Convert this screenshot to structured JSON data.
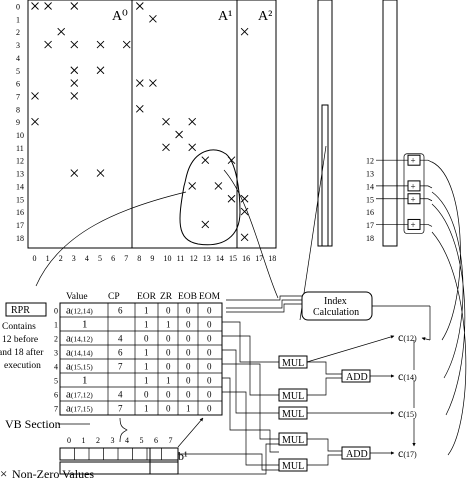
{
  "matrix": {
    "row_labels": [
      "0",
      "1",
      "2",
      "3",
      "4",
      "5",
      "6",
      "7",
      "8",
      "9",
      "10",
      "11",
      "12",
      "13",
      "14",
      "15",
      "16",
      "17",
      "18"
    ],
    "col_labels": [
      "0",
      "1",
      "2",
      "3",
      "4",
      "5",
      "6",
      "7",
      "8",
      "9",
      "10",
      "11",
      "12",
      "13",
      "14",
      "15",
      "16",
      "17",
      "18"
    ],
    "block_labels": [
      "A⁰",
      "A¹",
      "A²"
    ],
    "nonzero_entries": [
      [
        0,
        0
      ],
      [
        0,
        1
      ],
      [
        0,
        3
      ],
      [
        0,
        8
      ],
      [
        1,
        9
      ],
      [
        2,
        2
      ],
      [
        2,
        16
      ],
      [
        3,
        1
      ],
      [
        3,
        3
      ],
      [
        3,
        5
      ],
      [
        3,
        7
      ],
      [
        5,
        3
      ],
      [
        5,
        5
      ],
      [
        6,
        3
      ],
      [
        6,
        8
      ],
      [
        6,
        9
      ],
      [
        7,
        0
      ],
      [
        7,
        3
      ],
      [
        8,
        8
      ],
      [
        9,
        0
      ],
      [
        9,
        10
      ],
      [
        9,
        12
      ],
      [
        10,
        11
      ],
      [
        11,
        10
      ],
      [
        11,
        12
      ],
      [
        12,
        13
      ],
      [
        12,
        15
      ],
      [
        13,
        3
      ],
      [
        13,
        5
      ],
      [
        14,
        12
      ],
      [
        14,
        14
      ],
      [
        15,
        15
      ],
      [
        15,
        16
      ],
      [
        16,
        16
      ],
      [
        17,
        13
      ],
      [
        18,
        16
      ]
    ]
  },
  "table": {
    "headers": [
      "Value",
      "CP",
      "EOR",
      "ZR",
      "EOB",
      "EOM"
    ],
    "row_index": [
      "0",
      "1",
      "2",
      "3",
      "4",
      "5",
      "6",
      "7"
    ],
    "rows": [
      {
        "value_base": "a",
        "value_sub": "(12,14)",
        "cp": "6",
        "eor": "1",
        "zr": "0",
        "eob": "0",
        "eom": "0"
      },
      {
        "value_base": "1",
        "value_sub": "",
        "cp": "",
        "eor": "1",
        "zr": "1",
        "eob": "0",
        "eom": "0"
      },
      {
        "value_base": "a",
        "value_sub": "(14,12)",
        "cp": "4",
        "eor": "0",
        "zr": "0",
        "eob": "0",
        "eom": "0"
      },
      {
        "value_base": "a",
        "value_sub": "(14,14)",
        "cp": "6",
        "eor": "1",
        "zr": "0",
        "eob": "0",
        "eom": "0"
      },
      {
        "value_base": "a",
        "value_sub": "(15,15)",
        "cp": "7",
        "eor": "1",
        "zr": "0",
        "eob": "0",
        "eom": "0"
      },
      {
        "value_base": "1",
        "value_sub": "",
        "cp": "",
        "eor": "1",
        "zr": "1",
        "eob": "0",
        "eom": "0"
      },
      {
        "value_base": "a",
        "value_sub": "(17,12)",
        "cp": "4",
        "eor": "0",
        "zr": "0",
        "eob": "0",
        "eom": "0"
      },
      {
        "value_base": "a",
        "value_sub": "(17,15)",
        "cp": "7",
        "eor": "1",
        "zr": "0",
        "eob": "1",
        "eom": "0"
      }
    ]
  },
  "rpr": {
    "label": "RPR",
    "note_lines": [
      "Contains",
      "12 before",
      "and 18 after",
      "execution"
    ]
  },
  "vb_section_label": "VB Section",
  "b_vector": {
    "index_labels": [
      "0",
      "1",
      "2",
      "3",
      "4",
      "5",
      "6",
      "7"
    ],
    "label": "b¹"
  },
  "index_calculation": {
    "lines": [
      "Index",
      "Calculation"
    ]
  },
  "operators": {
    "mul": "MUL",
    "add": "ADD"
  },
  "outputs": [
    {
      "base": "c",
      "sub": "(12)"
    },
    {
      "base": "c",
      "sub": "(14)"
    },
    {
      "base": "c",
      "sub": "(15)"
    },
    {
      "base": "c",
      "sub": "(17)"
    }
  ],
  "adder_rows": [
    "12",
    "13",
    "14",
    "15",
    "16",
    "17",
    "18"
  ],
  "adder_symbol": "+",
  "legend": {
    "symbol": "×",
    "label": "Non-Zero Values"
  }
}
